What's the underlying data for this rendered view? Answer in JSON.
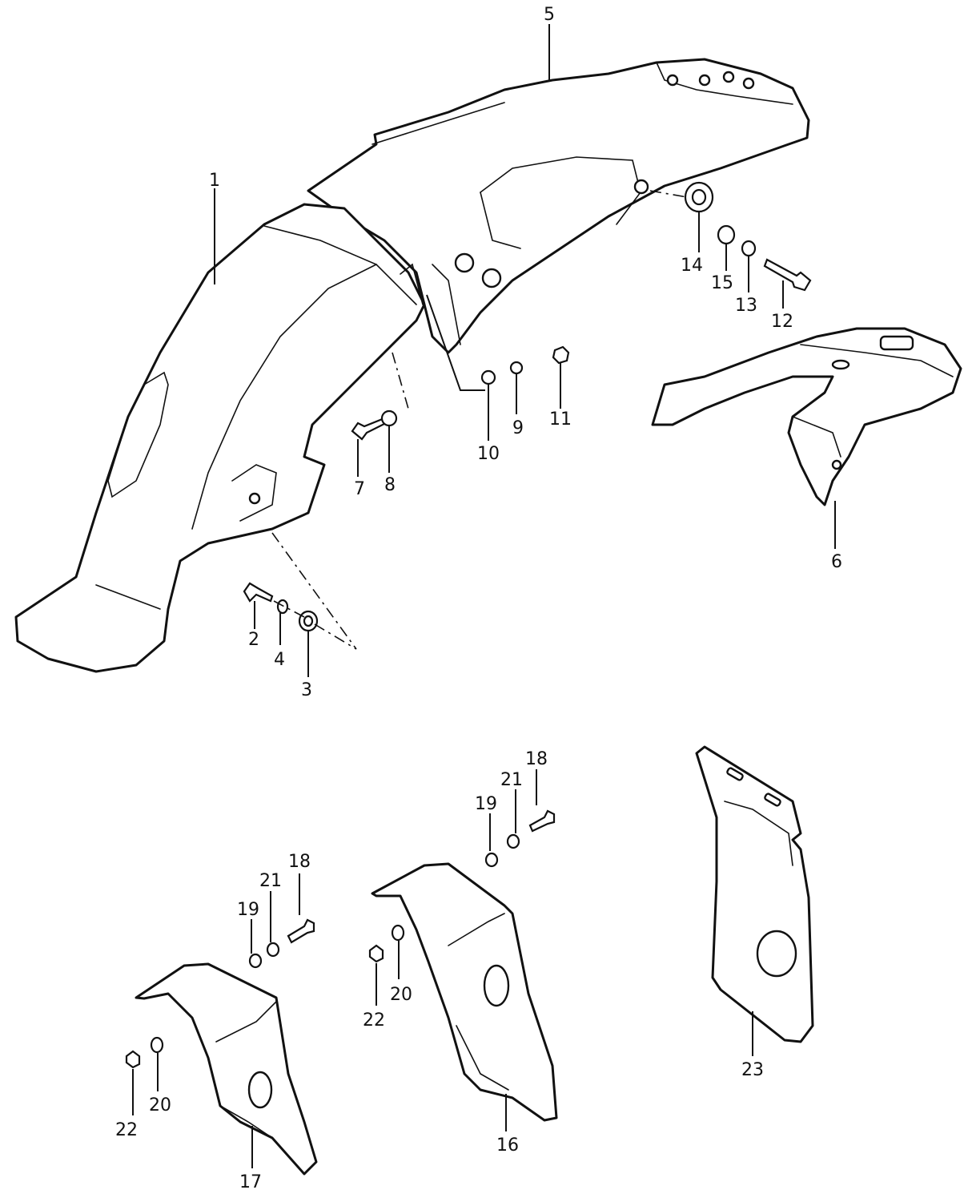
{
  "callouts": {
    "c1": "1",
    "c2": "2",
    "c3": "3",
    "c4": "4",
    "c5": "5",
    "c6": "6",
    "c7": "7",
    "c8": "8",
    "c9": "9",
    "c10": "10",
    "c11": "11",
    "c12": "12",
    "c13": "13",
    "c14": "14",
    "c15": "15",
    "c16": "16",
    "c17": "17",
    "c18a": "18",
    "c18b": "18",
    "c19a": "19",
    "c19b": "19",
    "c20a": "20",
    "c20b": "20",
    "c21a": "21",
    "c21b": "21",
    "c22a": "22",
    "c22b": "22",
    "c23": "23"
  }
}
